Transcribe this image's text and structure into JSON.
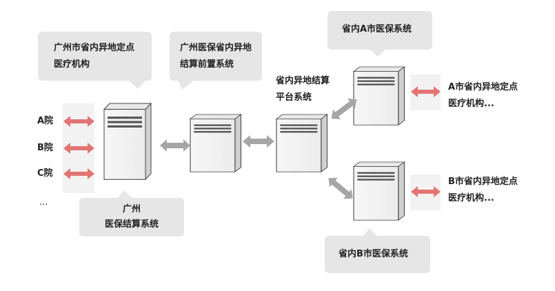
{
  "nodes": {
    "guangzhou_sites": "广州市省内异地定点医疗机构",
    "guangzhou_frontend": "广州医保省内异地结算前置系统",
    "province_platform_line1": "省内异地结算",
    "province_platform_line2": "平台系统",
    "city_a_system": "省内A市医保系统",
    "city_b_system": "省内B市医保系统",
    "guangzhou_settlement_line1": "广州",
    "guangzhou_settlement_line2": "医保结算系统",
    "city_a_sites_line1": "A市省内异地定点",
    "city_a_sites_line2": "医疗机构...",
    "city_b_sites_line1": "B市省内异地定点",
    "city_b_sites_line2": "医疗机构..."
  },
  "hospitals": [
    "A院",
    "B院",
    "C院",
    "..."
  ],
  "colors": {
    "bubble": "#e6e6e6",
    "panel": "#f2f2f2",
    "red_arrow": "#e37474",
    "gray_arrow": "#a6a6a6"
  }
}
